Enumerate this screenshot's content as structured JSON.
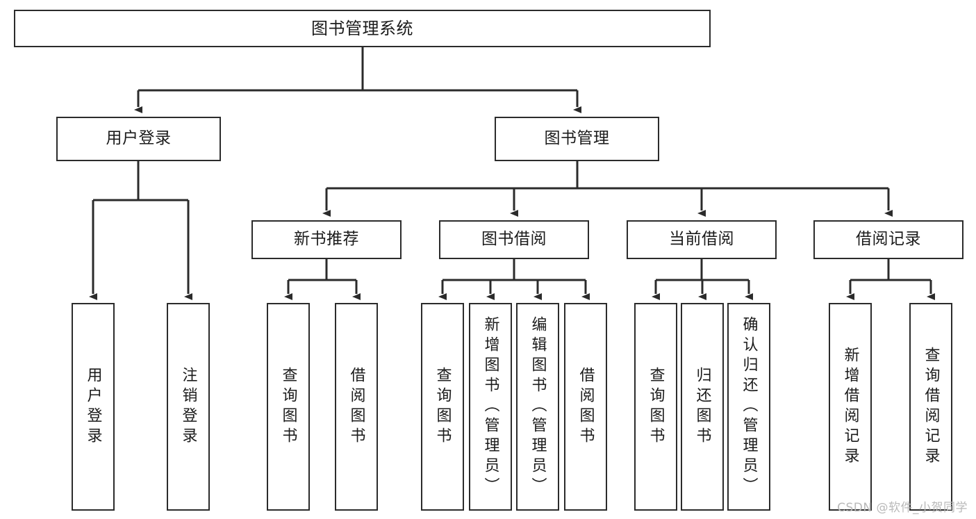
{
  "diagram": {
    "title": "图书管理系统",
    "type": "tree",
    "orientation": "top-down",
    "colors": {
      "box_border": "#2b2b2b",
      "box_fill": "#ffffff",
      "edge": "#2b2b2b",
      "text": "#1b1b1b",
      "watermark": "#b9b9b9",
      "background": "#ffffff"
    },
    "levels": {
      "root": "图书管理系统",
      "level1": [
        "用户登录",
        "图书管理"
      ],
      "level2": [
        "新书推荐",
        "图书借阅",
        "当前借阅",
        "借阅记录"
      ],
      "leaves": [
        "用户登录",
        "注销登录",
        "查询图书",
        "借阅图书",
        "查询图书",
        "新增图书（管理员）",
        "编辑图书（管理员）",
        "借阅图书",
        "查询图书",
        "归还图书",
        "确认归还（管理员）",
        "新增借阅记录",
        "查询借阅记录"
      ]
    },
    "nodes": {
      "root": {
        "label": "图书管理系统"
      },
      "user_login": {
        "label": "用户登录"
      },
      "book_manage": {
        "label": "图书管理"
      },
      "new_book_rec": {
        "label": "新书推荐"
      },
      "book_borrow": {
        "label": "图书借阅"
      },
      "current_borrow": {
        "label": "当前借阅"
      },
      "borrow_record": {
        "label": "借阅记录"
      },
      "leaf_user_login": {
        "label": "用户登录"
      },
      "leaf_logout": {
        "label": "注销登录"
      },
      "leaf_query_book_a": {
        "label": "查询图书"
      },
      "leaf_borrow_book_a": {
        "label": "借阅图书"
      },
      "leaf_query_book_b": {
        "label": "查询图书"
      },
      "leaf_add_book": {
        "label": "新增图书（管理员）"
      },
      "leaf_edit_book": {
        "label": "编辑图书（管理员）"
      },
      "leaf_borrow_book_b": {
        "label": "借阅图书"
      },
      "leaf_query_book_c": {
        "label": "查询图书"
      },
      "leaf_return_book": {
        "label": "归还图书"
      },
      "leaf_confirm_return": {
        "label": "确认归还（管理员）"
      },
      "leaf_add_record": {
        "label": "新增借阅记录"
      },
      "leaf_query_record": {
        "label": "查询借阅记录"
      }
    },
    "watermark": "CSDN @软件_小贺同学"
  }
}
